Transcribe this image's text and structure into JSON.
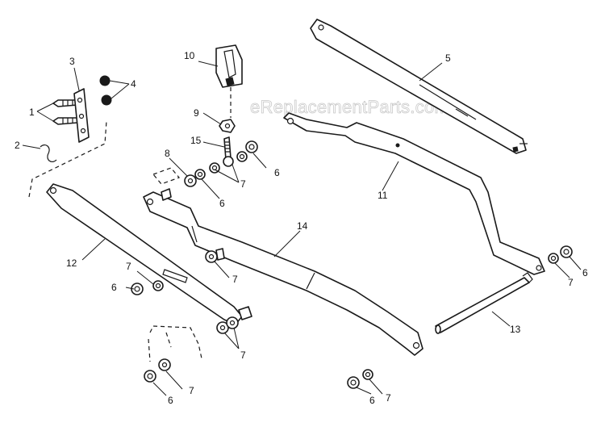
{
  "watermark": "eReplacementParts.com",
  "callouts": {
    "c1": "1",
    "c2": "2",
    "c3": "3",
    "c4": "4",
    "c5": "5",
    "c6a": "6",
    "c6b": "6",
    "c6c": "6",
    "c6d": "6",
    "c6e": "6",
    "c6f": "6",
    "c7a": "7",
    "c7b": "7",
    "c7c": "7",
    "c7d": "7",
    "c7e": "7",
    "c7f": "7",
    "c7g": "7",
    "c8": "8",
    "c9": "9",
    "c10": "10",
    "c11": "11",
    "c12": "12",
    "c13": "13",
    "c14": "14",
    "c15": "15"
  }
}
